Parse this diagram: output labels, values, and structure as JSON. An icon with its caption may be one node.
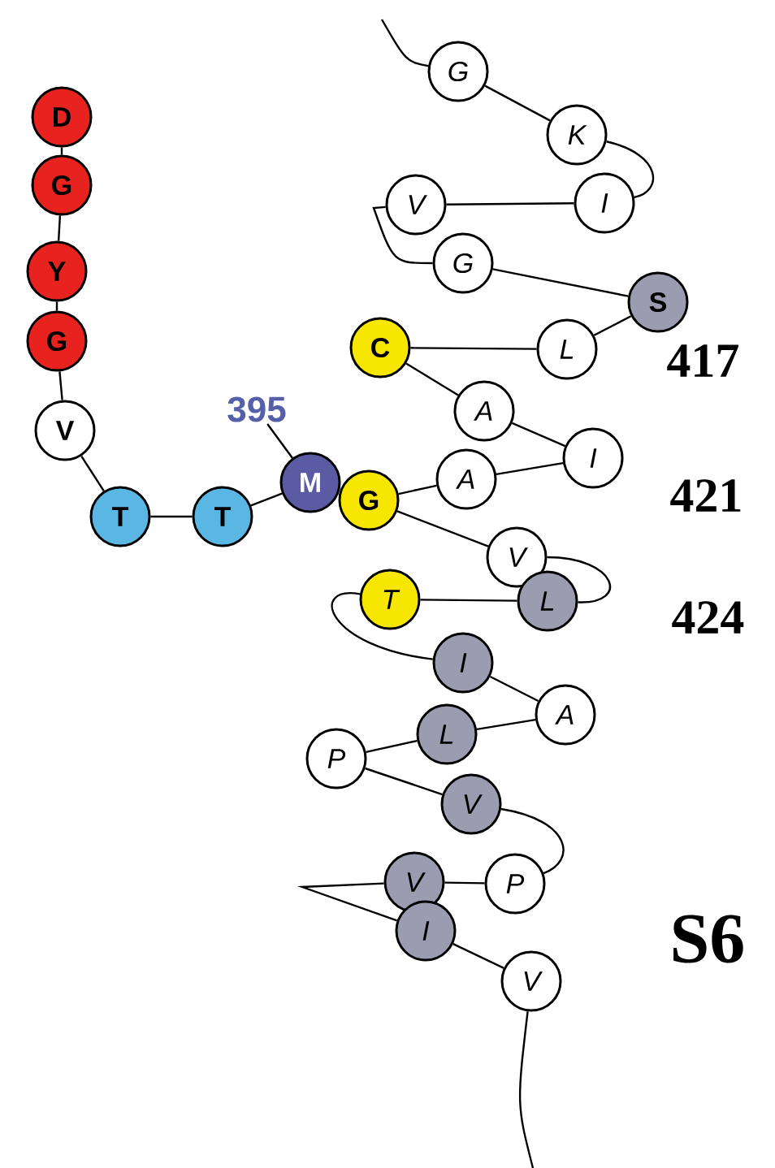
{
  "diagram": {
    "nodes": [
      {
        "text": [
          "G"
        ]
      },
      {
        "text": [
          "K"
        ]
      },
      {
        "text": [
          "I"
        ]
      },
      {
        "text": [
          "V"
        ]
      },
      {
        "text": [
          "G"
        ]
      },
      {
        "text": [
          "S"
        ]
      },
      {
        "text": [
          "L"
        ]
      },
      {
        "text": [
          "C"
        ]
      },
      {
        "text": [
          "A"
        ]
      },
      {
        "text": [
          "I"
        ]
      },
      {
        "text": [
          "A"
        ]
      },
      {
        "text": [
          "G"
        ]
      },
      {
        "text": [
          "V"
        ]
      },
      {
        "text": [
          "L"
        ]
      },
      {
        "text": [
          "T"
        ]
      },
      {
        "text": [
          "I"
        ]
      },
      {
        "text": [
          "A"
        ]
      },
      {
        "text": [
          "L"
        ]
      },
      {
        "text": [
          "P"
        ]
      },
      {
        "text": [
          "V"
        ]
      },
      {
        "text": [
          "P"
        ]
      },
      {
        "text": [
          "V"
        ]
      },
      {
        "text": [
          "I"
        ]
      },
      {
        "text": [
          "V"
        ]
      },
      {
        "text": [
          "D"
        ]
      },
      {
        "text": [
          "G"
        ]
      },
      {
        "text": [
          "Y"
        ]
      },
      {
        "text": [
          "G"
        ]
      },
      {
        "text": [
          "V"
        ]
      },
      {
        "text": [
          "T"
        ]
      },
      {
        "text": [
          "T"
        ]
      },
      {
        "text": [
          "M"
        ]
      },
      {
        "text": [
          "395"
        ]
      }
    ],
    "edges": [
      {
        "from": null,
        "to": 0,
        "arrow": "none"
      },
      {
        "from": 0,
        "to": 1,
        "arrow": "none"
      },
      {
        "from": 1,
        "to": 2,
        "arrow": "none"
      },
      {
        "from": 2,
        "to": 3,
        "arrow": "none"
      },
      {
        "from": 3,
        "to": 4,
        "arrow": "none"
      },
      {
        "from": 4,
        "to": 5,
        "arrow": "none"
      },
      {
        "from": 5,
        "to": 6,
        "arrow": "none"
      },
      {
        "from": 6,
        "to": 7,
        "arrow": "none"
      },
      {
        "from": 7,
        "to": 8,
        "arrow": "none"
      },
      {
        "from": 8,
        "to": 9,
        "arrow": "none"
      },
      {
        "from": 9,
        "to": 10,
        "arrow": "none"
      },
      {
        "from": 10,
        "to": 11,
        "arrow": "none"
      },
      {
        "from": 11,
        "to": 12,
        "arrow": "none"
      },
      {
        "from": 12,
        "to": 13,
        "arrow": "none"
      },
      {
        "from": 13,
        "to": 14,
        "arrow": "none"
      },
      {
        "from": 14,
        "to": 15,
        "arrow": "none"
      },
      {
        "from": 15,
        "to": 16,
        "arrow": "none"
      },
      {
        "from": 16,
        "to": 17,
        "arrow": "none"
      },
      {
        "from": 17,
        "to": 18,
        "arrow": "none"
      },
      {
        "from": 18,
        "to": 19,
        "arrow": "none"
      },
      {
        "from": 19,
        "to": 20,
        "arrow": "none"
      },
      {
        "from": 20,
        "to": 21,
        "arrow": "none"
      },
      {
        "from": 21,
        "to": 22,
        "arrow": "none"
      },
      {
        "from": 22,
        "to": 23,
        "arrow": "none"
      },
      {
        "from": 23,
        "to": null,
        "arrow": "none"
      },
      {
        "from": 24,
        "to": 25,
        "arrow": "none"
      },
      {
        "from": 25,
        "to": 26,
        "arrow": "none"
      },
      {
        "from": 26,
        "to": 27,
        "arrow": "none"
      },
      {
        "from": 27,
        "to": 28,
        "arrow": "none"
      },
      {
        "from": 28,
        "to": 29,
        "arrow": "none"
      },
      {
        "from": 29,
        "to": 30,
        "arrow": "none"
      },
      {
        "from": 30,
        "to": 31,
        "arrow": "none"
      },
      {
        "from": 32,
        "to": 31,
        "arrow": "none"
      }
    ],
    "labels": [
      "417",
      "421",
      "424",
      "S6"
    ]
  }
}
